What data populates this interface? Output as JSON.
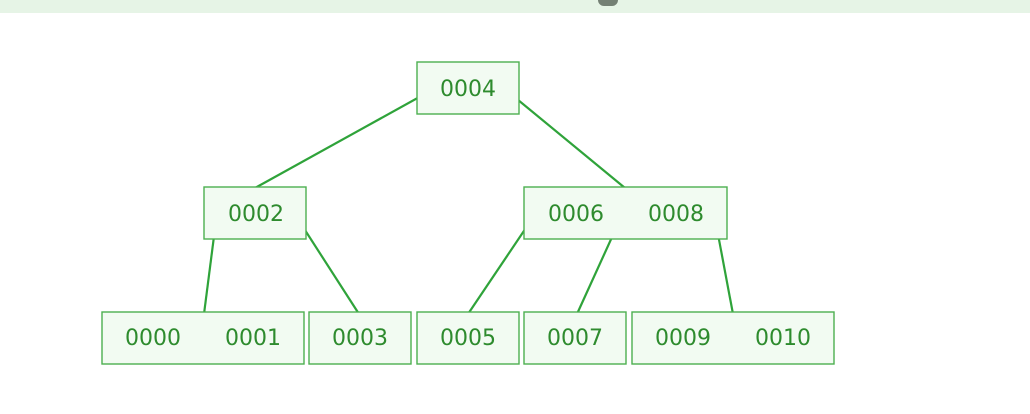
{
  "diagram": {
    "nodes": [
      {
        "id": "node-root",
        "keys": [
          "0004"
        ]
      },
      {
        "id": "node-left",
        "keys": [
          "0002"
        ]
      },
      {
        "id": "node-right",
        "keys": [
          "0006",
          "0008"
        ]
      },
      {
        "id": "leaf-1",
        "keys": [
          "0000",
          "0001"
        ]
      },
      {
        "id": "leaf-2",
        "keys": [
          "0003"
        ]
      },
      {
        "id": "leaf-3",
        "keys": [
          "0005"
        ]
      },
      {
        "id": "leaf-4",
        "keys": [
          "0007"
        ]
      },
      {
        "id": "leaf-5",
        "keys": [
          "0009",
          "0010"
        ]
      }
    ],
    "edges": [
      {
        "from": "node-root",
        "to": "node-left"
      },
      {
        "from": "node-root",
        "to": "node-right"
      },
      {
        "from": "node-left",
        "to": "leaf-1"
      },
      {
        "from": "node-left",
        "to": "leaf-2"
      },
      {
        "from": "node-right",
        "to": "leaf-3"
      },
      {
        "from": "node-right",
        "to": "leaf-4"
      },
      {
        "from": "node-right",
        "to": "leaf-5"
      }
    ],
    "colors": {
      "line": "#2fa33a",
      "node_border": "#4caf50",
      "node_fill": "#f2fbf2",
      "text": "#2e8b2e",
      "header_strip": "#e6f4e6"
    }
  }
}
